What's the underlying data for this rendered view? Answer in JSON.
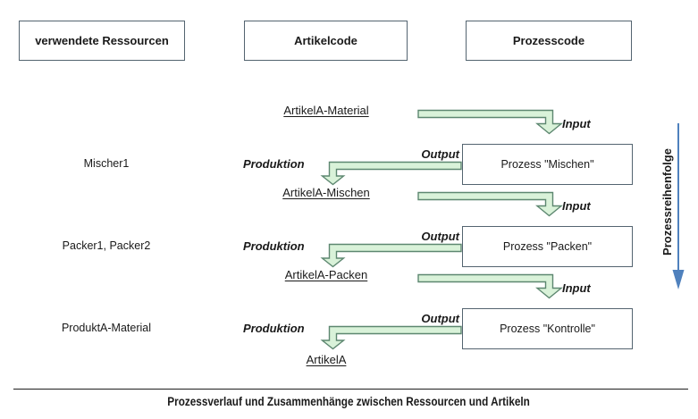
{
  "colors": {
    "arrow_fill": "#d9f2d9",
    "arrow_stroke": "#5d8770",
    "box_border": "#546470",
    "flow_arrow_blue": "#4f81bd",
    "text": "#1a1a1a"
  },
  "headers": [
    {
      "label": "verwendete Ressourcen"
    },
    {
      "label": "Artikelcode"
    },
    {
      "label": "Prozesscode"
    }
  ],
  "rows": [
    {
      "article": "ArtikelA-Material",
      "input_label": "Input",
      "process": "Prozess \"Mischen\"",
      "output_label": "Output",
      "production_label": "Produktion",
      "resource": "Mischer1"
    },
    {
      "article": "ArtikelA-Mischen",
      "input_label": "Input",
      "process": "Prozess \"Packen\"",
      "output_label": "Output",
      "production_label": "Produktion",
      "resource": "Packer1, Packer2"
    },
    {
      "article": "ArtikelA-Packen",
      "input_label": "Input",
      "process": "Prozess \"Kontrolle\"",
      "output_label": "Output",
      "production_label": "Produktion",
      "resource": "ProduktA-Material"
    }
  ],
  "final_article": "ArtikelA",
  "sequence_label": "Prozessreihenfolge",
  "caption": "Prozessverlauf und Zusammenhänge zwischen Ressourcen und Artikeln"
}
